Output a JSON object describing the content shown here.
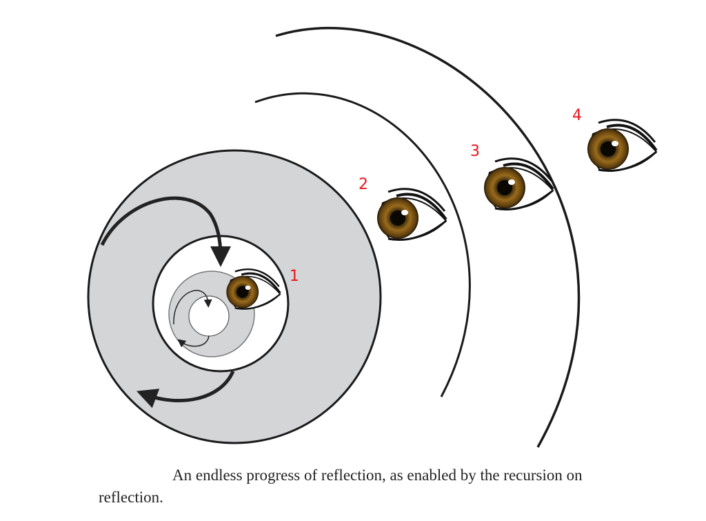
{
  "diagram": {
    "labels": [
      "1",
      "2",
      "3",
      "4"
    ],
    "label_color": "#e8141b",
    "disc_color": "#d4d5d7",
    "iris_color": "#6b4a12"
  },
  "caption": {
    "line1": "An endless progress of reflection, as enabled by the recursion on",
    "line2": "reflection."
  }
}
